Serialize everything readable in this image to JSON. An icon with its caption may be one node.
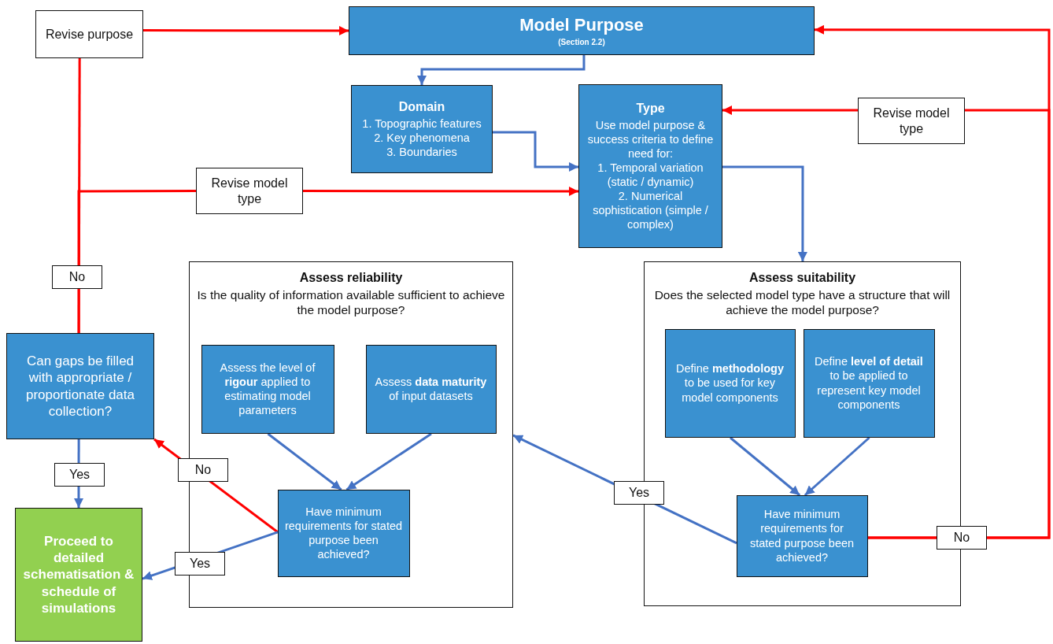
{
  "diagram": {
    "nodes": [
      {
        "text": [
          "Revise purpose"
        ]
      },
      {
        "text": [
          "Model Purpose",
          "(Section 2.2)"
        ]
      },
      {
        "text": [
          "Domain",
          "1. Topographic features",
          "2. Key phenomena",
          "3. Boundaries"
        ]
      },
      {
        "text": [
          "Type",
          "Use model purpose & success criteria to define need for:",
          "1. Temporal variation (static / dynamic)",
          "2. Numerical sophistication (simple / complex)"
        ]
      },
      {
        "text": [
          "Revise model type"
        ]
      },
      {
        "text": [
          "Revise model type"
        ]
      },
      {
        "text": [
          "Assess reliability",
          "Is the quality of information available sufficient to achieve the model purpose?"
        ]
      },
      {
        "text": [
          "Assess the level of **rigour** applied to estimating model parameters"
        ],
        "in": 6
      },
      {
        "text": [
          "Assess **data maturity** of input datasets"
        ],
        "in": 6
      },
      {
        "text": [
          "Have minimum requirements for stated purpose been achieved?"
        ],
        "in": 6
      },
      {
        "text": [
          "Assess suitability",
          "Does the selected model type have a structure that will achieve the model purpose?"
        ]
      },
      {
        "text": [
          "Define **methodology** to be used for key model components"
        ],
        "in": 10
      },
      {
        "text": [
          "Define **level of detail** to be applied to represent key model components"
        ],
        "in": 10
      },
      {
        "text": [
          "Have minimum requirements for stated purpose been achieved?"
        ],
        "in": 10
      },
      {
        "text": [
          "Can gaps be filled with appropriate / proportionate data collection?"
        ]
      },
      {
        "text": [
          "Proceed to detailed schematisation & schedule of simulations"
        ]
      }
    ],
    "edges": [
      {
        "from": 0,
        "to": 1,
        "arrow": "to",
        "color": "#ff0000"
      },
      {
        "from": 1,
        "to": 2,
        "arrow": "to"
      },
      {
        "from": 2,
        "to": 3,
        "arrow": "to"
      },
      {
        "from": 5,
        "to": 3,
        "arrow": "to",
        "color": "#ff0000"
      },
      {
        "from": 4,
        "to": 3,
        "arrow": "to",
        "color": "#ff0000"
      },
      {
        "from": 3,
        "to": 10,
        "arrow": "to"
      },
      {
        "from": 11,
        "to": 13,
        "arrow": "to"
      },
      {
        "from": 12,
        "to": 13,
        "arrow": "to"
      },
      {
        "from": 7,
        "to": 9,
        "arrow": "to"
      },
      {
        "from": 8,
        "to": 9,
        "arrow": "to"
      },
      {
        "from": 13,
        "to": 6,
        "arrow": "to",
        "label": "Yes"
      },
      {
        "from": 13,
        "to": 1,
        "arrow": "to",
        "label": "No",
        "color": "#ff0000"
      },
      {
        "from": 13,
        "to": 4,
        "arrow": "none",
        "color": "#ff0000"
      },
      {
        "from": 9,
        "to": 14,
        "arrow": "to",
        "label": "No",
        "color": "#ff0000"
      },
      {
        "from": 9,
        "to": 15,
        "arrow": "to",
        "label": "Yes"
      },
      {
        "from": 14,
        "to": 15,
        "arrow": "to",
        "label": "Yes"
      },
      {
        "from": 14,
        "to": 0,
        "arrow": "none",
        "label": "No",
        "color": "#ff0000"
      },
      {
        "from": 14,
        "to": 5,
        "arrow": "none",
        "color": "#ff0000"
      }
    ]
  }
}
